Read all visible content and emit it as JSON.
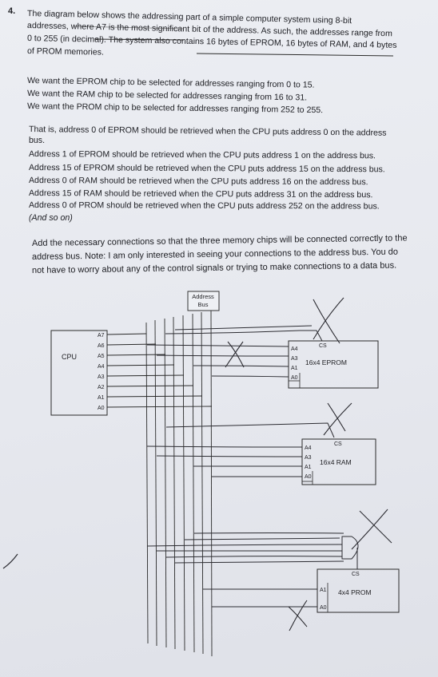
{
  "question_number": "4.",
  "intro": {
    "line1": "The diagram below shows the addressing part of a simple computer system using 8-bit",
    "line2": "addresses, where A7 is the most significant bit of the address. As such, the addresses range from",
    "line3": "0 to 255 (in decimal). The system also contains 16 bytes of EPROM, 16 bytes of RAM, and 4 bytes",
    "line4": "of PROM memories."
  },
  "wants": [
    "We want the EPROM chip to be selected for addresses ranging from 0 to 15.",
    "We want the RAM chip to be selected for addresses ranging from 16 to 31.",
    "We want the PROM chip to be selected for addresses ranging from 252 to 255."
  ],
  "examples": [
    "That is, address 0 of EPROM should be retrieved when the CPU puts address 0 on the address",
    "bus.",
    "Address 1 of EPROM should be retrieved when the CPU puts address 1 on the address bus.",
    "Address 15 of EPROM should be retrieved when the CPU puts address 15 on the address bus.",
    "Address 0 of RAM should be retrieved when the CPU puts address 16 on the address bus.",
    "Address 15 of RAM should be retrieved when the CPU puts address 31 on the address bus.",
    "Address 0 of PROM should be retrieved when the CPU puts address 252 on the address bus.",
    "(And so on)"
  ],
  "task": [
    "Add the necessary connections so that the three memory chips will be connected correctly to the",
    "address bus. Note: I am only interested in seeing your connections to the address bus. You do",
    "not have to worry about any of the control signals or trying to make connections to a data bus."
  ],
  "diagram": {
    "bus_label_line1": "Address",
    "bus_label_line2": "Bus",
    "cpu_label": "CPU",
    "cpu_pins": [
      "A7",
      "A6",
      "A5",
      "A4",
      "A3",
      "A2",
      "A1",
      "A0"
    ],
    "eprom": {
      "label": "16x4 EPROM",
      "cs": "CS",
      "pins": [
        "A4",
        "A3",
        "A1",
        "A0"
      ]
    },
    "ram": {
      "label": "16x4 RAM",
      "cs": "CS",
      "pins": [
        "A4",
        "A3",
        "A1",
        "A0"
      ]
    },
    "prom": {
      "label": "4x4 PROM",
      "cs": "CS",
      "pins": [
        "A1",
        "A0"
      ]
    }
  }
}
